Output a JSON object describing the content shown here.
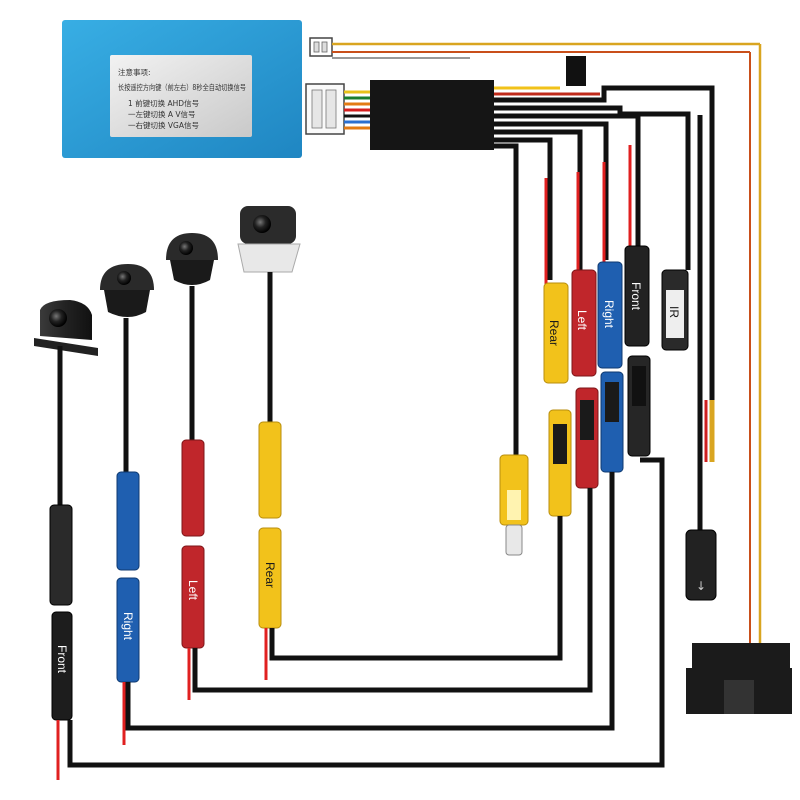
{
  "image": {
    "description_kind": "product photo: 4-channel camera switcher box with cable harness"
  },
  "control_box": {
    "label_notice_title": "注意事项:",
    "label_line_1": "长按遥控方向键（前左右）8秒全自动切换信号",
    "label_line_2": "1 前键切换   AHD信号",
    "label_line_3": "一左键切换   A  V信号",
    "label_line_4": "一右键切换   VGA信号",
    "color": "#2f9fd6"
  },
  "plug_labels": {
    "rear_input": "Rear",
    "left_input": "Left",
    "right_input": "Right",
    "front_input": "Front",
    "ir": "IR",
    "camera_front": "Front",
    "camera_right": "Right",
    "camera_left": "Left",
    "camera_rear": "Rear"
  },
  "colors": {
    "yellow": "#f2c21b",
    "red": "#c0262b",
    "blue": "#1f5fb0",
    "black": "#1c1c1c",
    "wire": "#111111",
    "red_wire": "#e02020"
  }
}
